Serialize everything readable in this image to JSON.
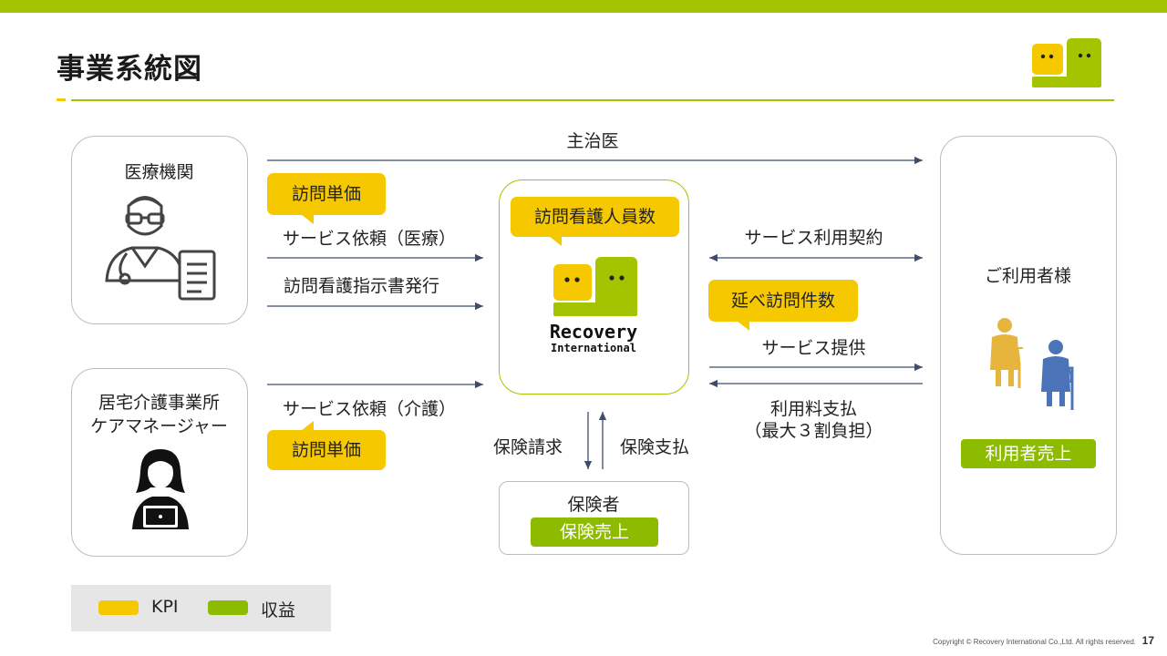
{
  "header": {
    "title": "事業系統図"
  },
  "nodes": {
    "medical": {
      "label": "医療機関"
    },
    "care": {
      "line1": "居宅介護事業所",
      "line2": "ケアマネージャー"
    },
    "user": {
      "label": "ご利用者様",
      "revenue": "利用者売上"
    },
    "center": {
      "kpi": "訪問看護人員数",
      "brand_line1": "Recovery",
      "brand_line2": "International"
    },
    "insurer": {
      "label": "保険者",
      "revenue": "保険売上"
    }
  },
  "flows": {
    "doctor": "主治医",
    "kpi_visit_price_top": "訪問単価",
    "request_medical": "サービス依頼（医療）",
    "instruction": "訪問看護指示書発行",
    "request_care": "サービス依頼（介護）",
    "kpi_visit_price_bottom": "訪問単価",
    "contract": "サービス利用契約",
    "kpi_visits": "延べ訪問件数",
    "service": "サービス提供",
    "payment_line1": "利用料支払",
    "payment_line2": "（最大３割負担）",
    "claim": "保険請求",
    "insurance_payment": "保険支払"
  },
  "legend": {
    "kpi": "KPI",
    "revenue": "収益"
  },
  "colors": {
    "kpi": "#f6c800",
    "revenue": "#8dbb00",
    "accent": "#a5c400"
  },
  "footer": {
    "copyright": "Copyright © Recovery International Co.,Ltd. All rights reserved.",
    "page": "17"
  }
}
